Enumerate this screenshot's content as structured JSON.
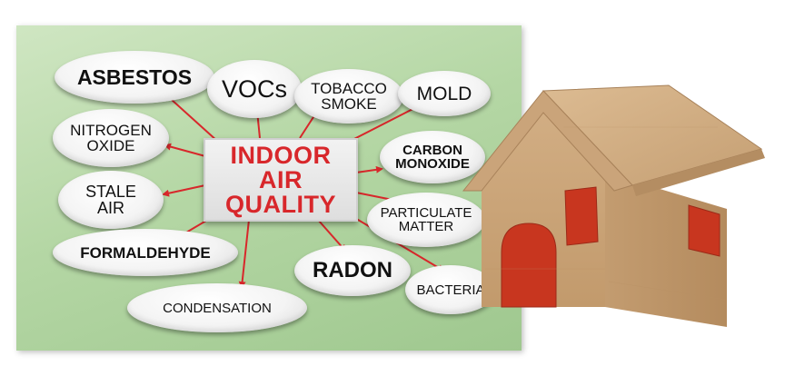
{
  "center": {
    "label": "INDOOR\nAIR\nQUALITY"
  },
  "pollutants": {
    "asbestos": "ASBESTOS",
    "vocs": "VOCs",
    "tobacco_smoke": "TOBACCO\nSMOKE",
    "mold": "MOLD",
    "nitrogen_oxide": "NITROGEN\nOXIDE",
    "carbon_monoxide": "CARBON\nMONOXIDE",
    "stale_air": "STALE\nAIR",
    "particulate_matter": "PARTICULATE\nMATTER",
    "formaldehyde": "FORMALDEHYDE",
    "radon": "RADON",
    "condensation": "CONDENSATION",
    "bacteria": "BACTERIA"
  },
  "colors": {
    "center_text": "#d8272b",
    "arrow": "#d8272b",
    "board": "#b5d7a5",
    "house_cardboard": "#c9a57a",
    "house_window": "#c8361f"
  }
}
